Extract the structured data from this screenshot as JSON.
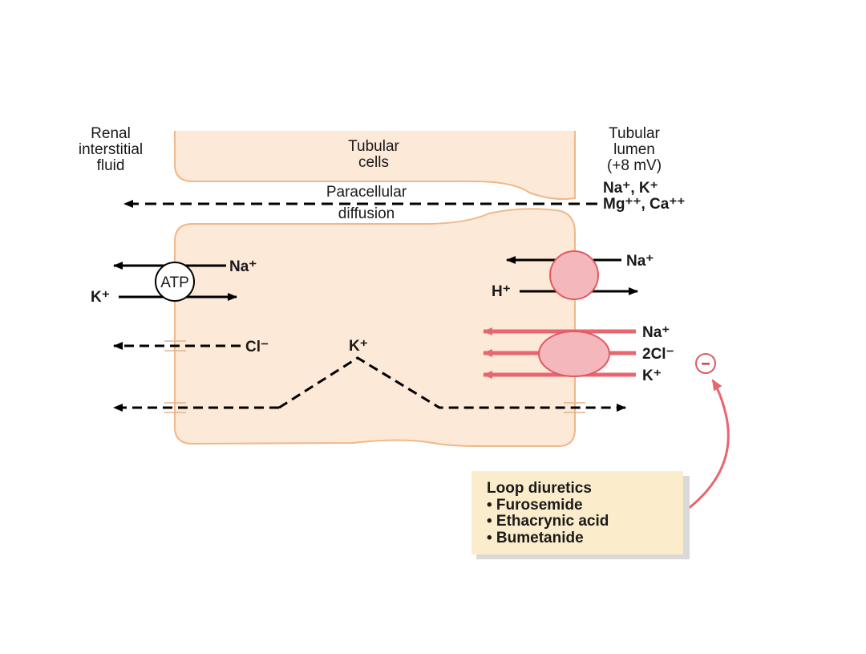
{
  "regions": {
    "interstitial": [
      "Renal",
      "interstitial",
      "fluid"
    ],
    "cells": [
      "Tubular",
      "cells"
    ],
    "lumen": [
      "Tubular",
      "lumen",
      "(+8 mV)"
    ]
  },
  "paracellular": {
    "line1": "Paracellular",
    "line2": "diffusion",
    "ions_line1": "Na⁺, K⁺",
    "ions_line2": "Mg⁺⁺, Ca⁺⁺"
  },
  "pump": {
    "label": "ATP",
    "na": "Na⁺",
    "k": "K⁺"
  },
  "exchanger": {
    "na": "Na⁺",
    "h": "H⁺"
  },
  "chloride_channel": {
    "label": "Cl⁻"
  },
  "potassium_recycle": {
    "label": "K⁺"
  },
  "cotransporter": {
    "na": "Na⁺",
    "cl": "2Cl⁻",
    "k": "K⁺"
  },
  "inhibition": {
    "symbol": "−"
  },
  "drug_box": {
    "title": "Loop diuretics",
    "items": [
      "• Furosemide",
      "• Ethacrynic acid",
      "• Bumetanide"
    ]
  },
  "colors": {
    "cell_fill": "#fde9d8",
    "cell_stroke": "#f0b88a",
    "transporter_fill": "#f4b7bb",
    "transporter_stroke": "#e05a63",
    "red_arrow": "#e86670",
    "box_fill": "#fbeccb",
    "box_shadow": "#d9d9d9"
  }
}
